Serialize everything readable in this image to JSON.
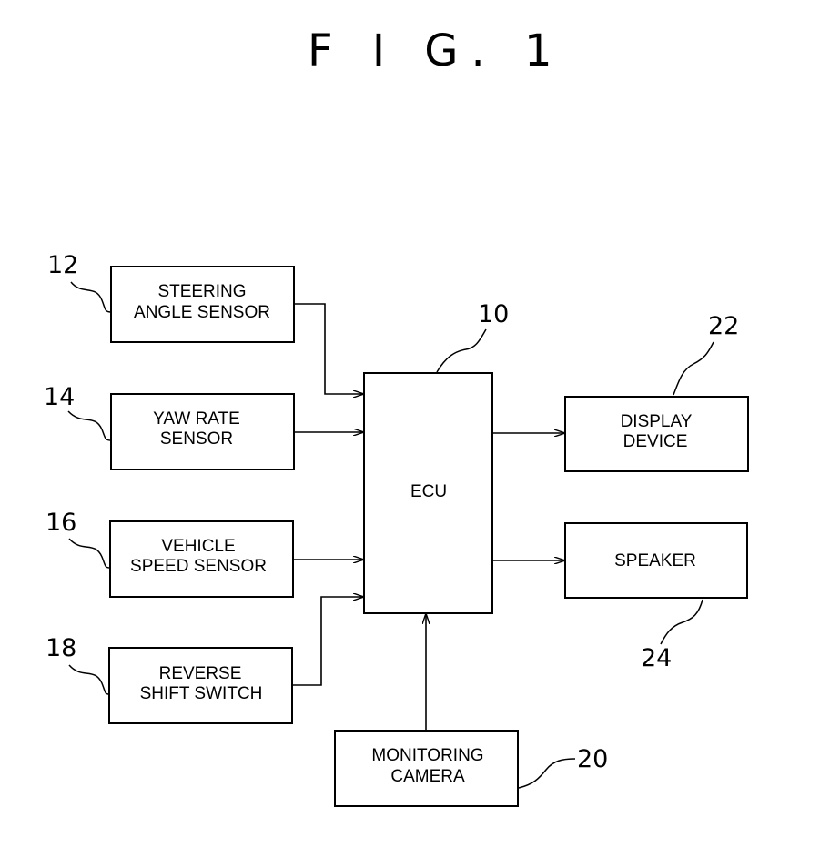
{
  "figure": {
    "title": "F I G. 1"
  },
  "blocks": {
    "steering": {
      "ref": "12",
      "line1": "STEERING",
      "line2": "ANGLE SENSOR"
    },
    "yaw": {
      "ref": "14",
      "line1": "YAW RATE",
      "line2": "SENSOR"
    },
    "speed": {
      "ref": "16",
      "line1": "VEHICLE",
      "line2": "SPEED SENSOR"
    },
    "reverse": {
      "ref": "18",
      "line1": "REVERSE",
      "line2": "SHIFT SWITCH"
    },
    "ecu": {
      "ref": "10",
      "label": "ECU"
    },
    "camera": {
      "ref": "20",
      "line1": "MONITORING",
      "line2": "CAMERA"
    },
    "display": {
      "ref": "22",
      "line1": "DISPLAY",
      "line2": "DEVICE"
    },
    "speaker": {
      "ref": "24",
      "label": "SPEAKER"
    }
  }
}
